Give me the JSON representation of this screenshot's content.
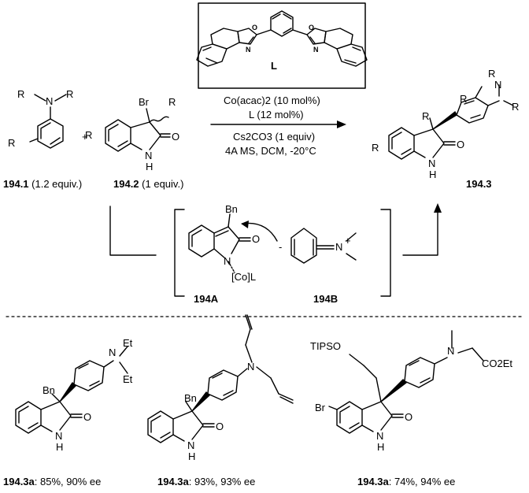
{
  "ligand": {
    "label": "L"
  },
  "conditions": {
    "line1": "Co(acac)2 (10 mol%)",
    "line2": "L (12 mol%)",
    "line3": "Cs2CO3 (1 equiv)",
    "line4": "4A MS, DCM, -20°C"
  },
  "reactant1": {
    "id": "194.1",
    "amount": "(1.2 equiv.)"
  },
  "reactant2": {
    "id": "194.2",
    "amount": "(1 equiv.)"
  },
  "product": {
    "id": "194.3"
  },
  "intermediates": {
    "a": "194A",
    "b": "194B",
    "co": "[Co]L",
    "bn": "Bn"
  },
  "atoms": {
    "N": "N",
    "R": "R",
    "NH": "N",
    "H": "H",
    "O": "O",
    "Br": "Br",
    "Et": "Et",
    "Bn": "Bn",
    "TIPSO": "TIPSO",
    "CO2Et": "CO2Et",
    "plus": "+",
    "minus": "-",
    "pos": "+"
  },
  "examples": [
    {
      "id": "194.3a",
      "result": ": 85%, 90% ee"
    },
    {
      "id": "194.3a",
      "result": ": 93%, 93% ee"
    },
    {
      "id": "194.3a",
      "result": ": 74%, 94% ee"
    }
  ]
}
